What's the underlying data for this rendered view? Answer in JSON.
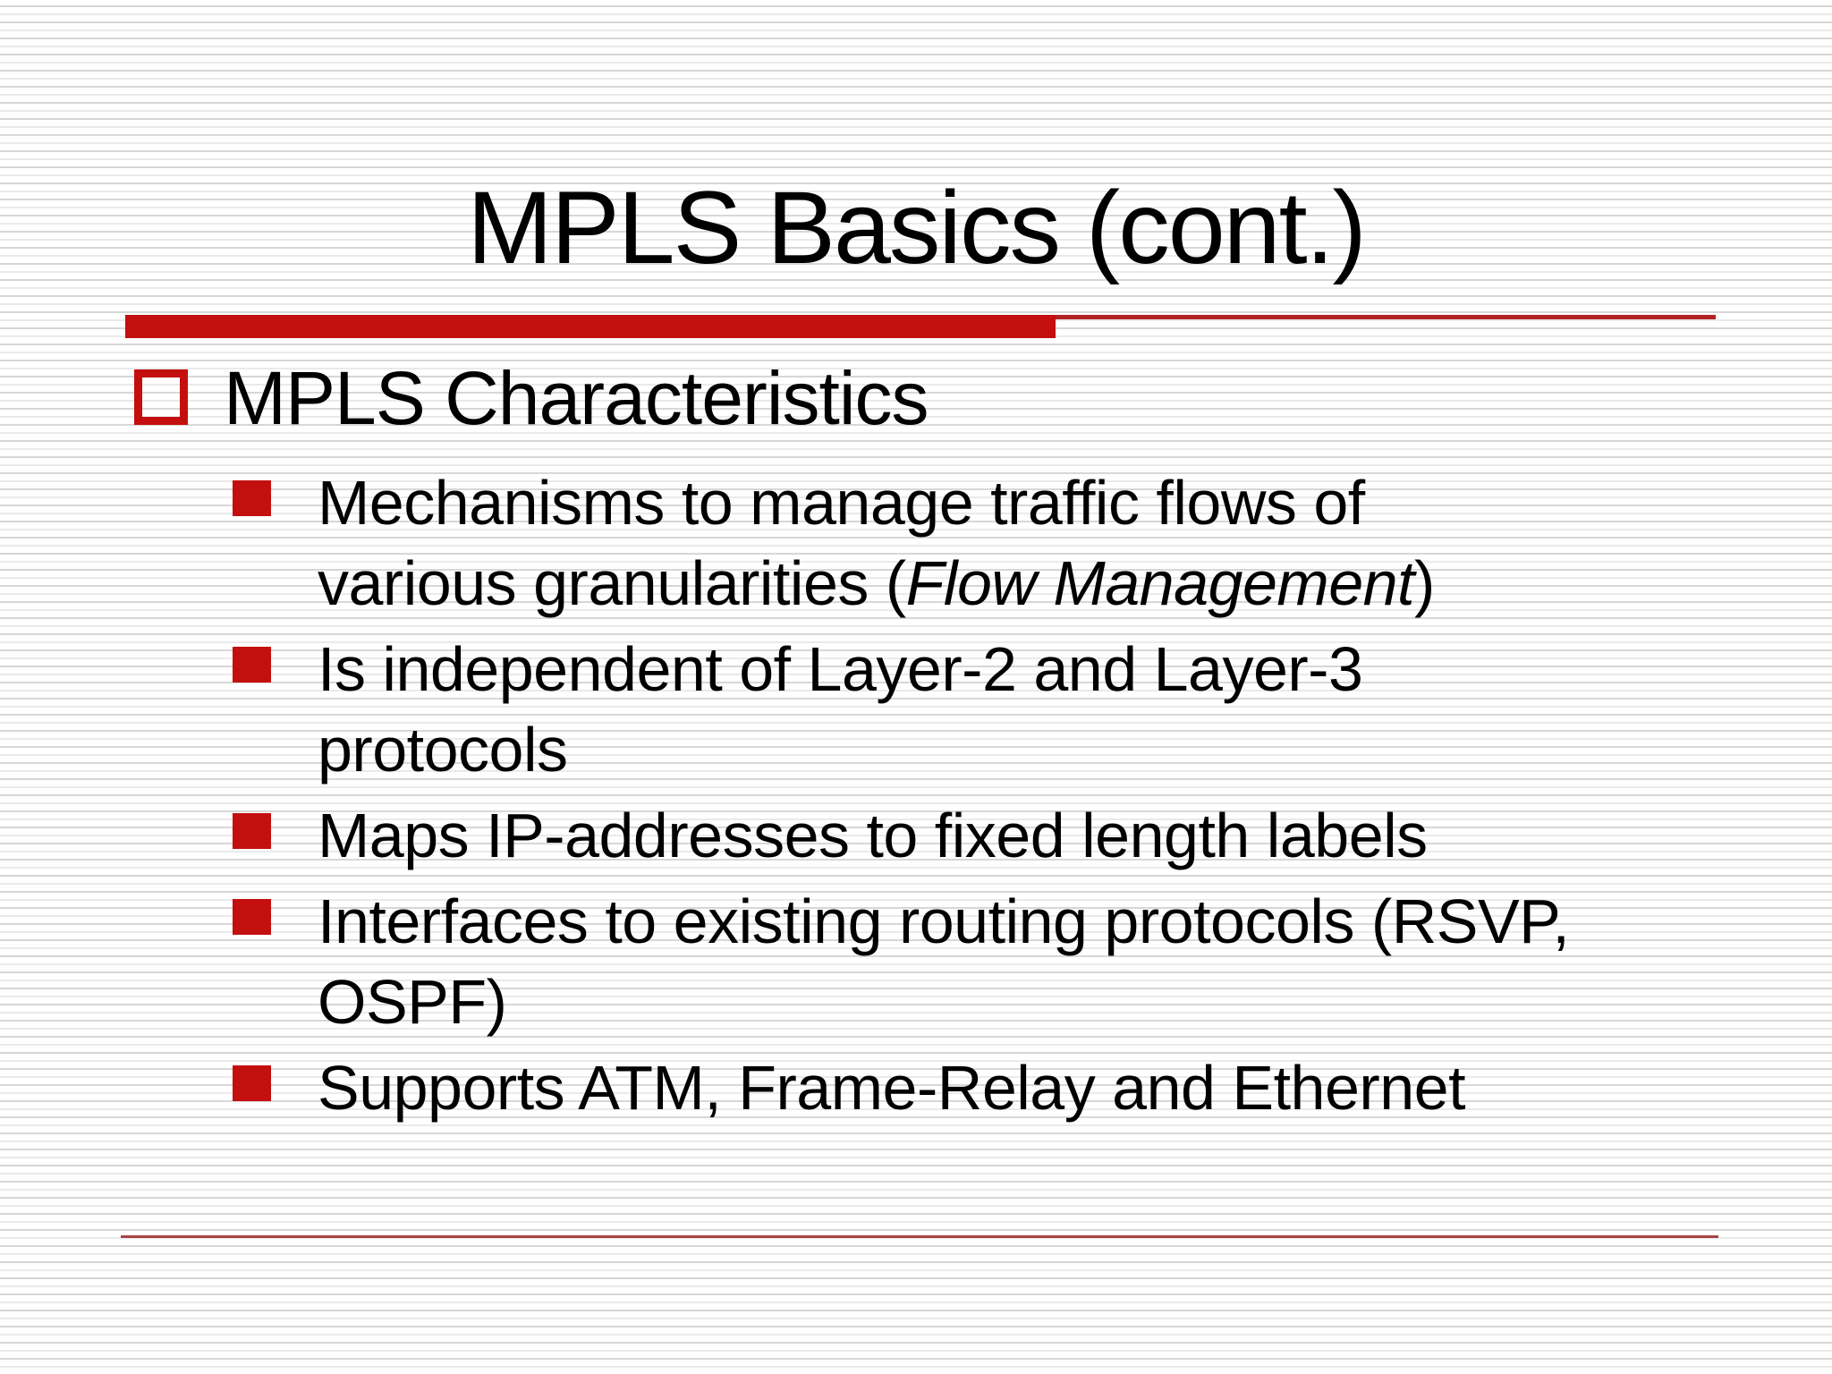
{
  "slide": {
    "title": "MPLS Basics (cont.)",
    "bullets": {
      "heading": "MPLS Characteristics",
      "items": [
        {
          "text": "Mechanisms to manage traffic flows of various granularities (",
          "italic": "Flow Management",
          "suffix": ")"
        },
        {
          "text": "Is independent of Layer-2 and Layer-3 protocols",
          "italic": "",
          "suffix": ""
        },
        {
          "text": "Maps IP-addresses to fixed length labels",
          "italic": "",
          "suffix": ""
        },
        {
          "text": "Interfaces to existing routing protocols (RSVP, OSPF)",
          "italic": "",
          "suffix": ""
        },
        {
          "text": "Supports ATM, Frame-Relay and Ethernet",
          "italic": "",
          "suffix": ""
        }
      ]
    },
    "icons": {
      "level1_bullet": "open-square-bullet-icon",
      "level2_bullet": "filled-square-bullet-icon"
    },
    "colors": {
      "accent_red": "#c40f0f",
      "divider_thick_red": "#c40f0f",
      "divider_thin_red": "#b22222",
      "bottom_rule_red": "#a84444",
      "stripe_gray": "#d7d7d7",
      "text": "#000000",
      "background": "#ffffff"
    }
  }
}
